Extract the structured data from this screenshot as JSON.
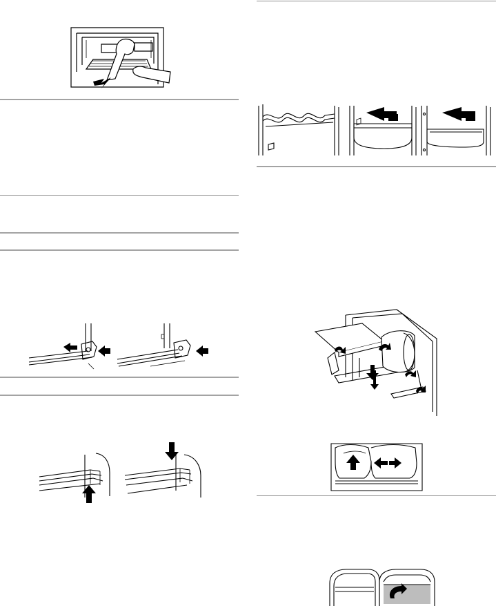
{
  "page": {
    "background": "#ffffff",
    "rule_color": "#a3a3a3",
    "line_color": "#000000"
  },
  "figures": [
    {
      "id": "freezer-basket-removal",
      "icons": [
        "hand-icon",
        "arrow-down-left-icon"
      ]
    },
    {
      "id": "door-bin-removal",
      "icons": [
        "arrow-left-icon",
        "arrow-left-icon"
      ]
    },
    {
      "id": "shelf-glide-end-caps",
      "icons": [
        "arrow-left-icon",
        "arrow-left-icon",
        "arrow-left-icon"
      ]
    },
    {
      "id": "shelf-rail-insert",
      "icons": [
        "arrow-up-icon",
        "arrow-down-icon"
      ]
    },
    {
      "id": "dairy-compartment-assembly",
      "icons": [
        "arrow-down-icon",
        "arrow-curved-icon"
      ]
    },
    {
      "id": "dairy-door-slide",
      "icons": [
        "arrow-up-icon",
        "arrow-left-right-icon"
      ]
    },
    {
      "id": "dairy-door-open",
      "icons": [
        "arrow-curved-icon"
      ]
    }
  ]
}
